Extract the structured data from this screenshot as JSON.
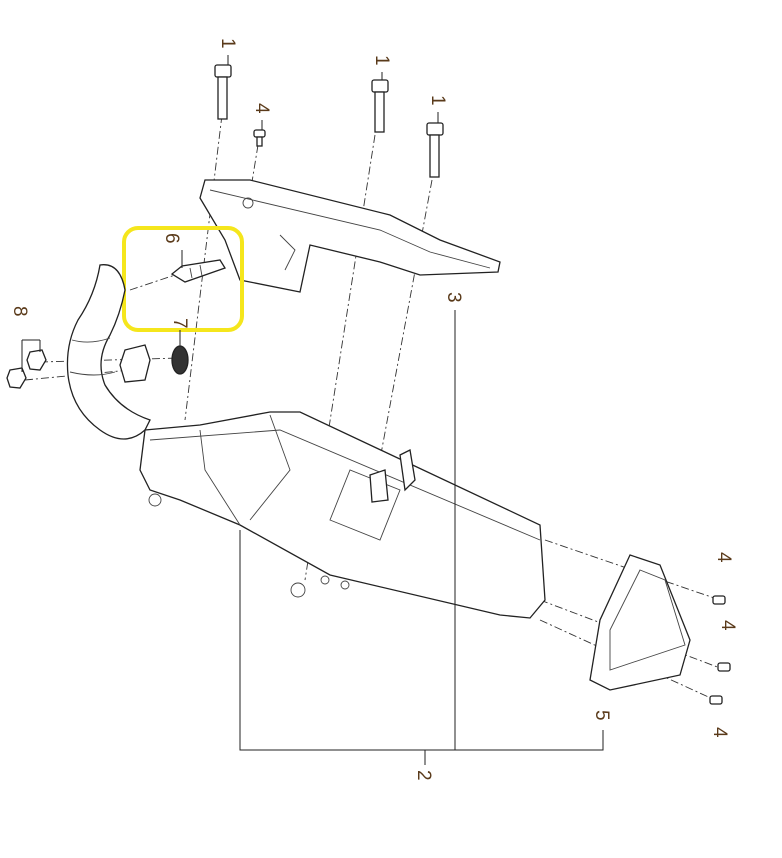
{
  "diagram": {
    "title": "Exhaust muffler assembly exploded view",
    "highlight_color": "#f5e61c",
    "labels": {
      "bolt_a": "1",
      "bolt_b": "1",
      "bolt_c": "1",
      "screw_top": "4",
      "sensor": "6",
      "gasket": "7",
      "nut": "8",
      "heat_shield": "3",
      "screw_r1": "4",
      "screw_r2": "4",
      "screw_r3": "4",
      "end_cap": "5",
      "muffler": "2"
    }
  }
}
